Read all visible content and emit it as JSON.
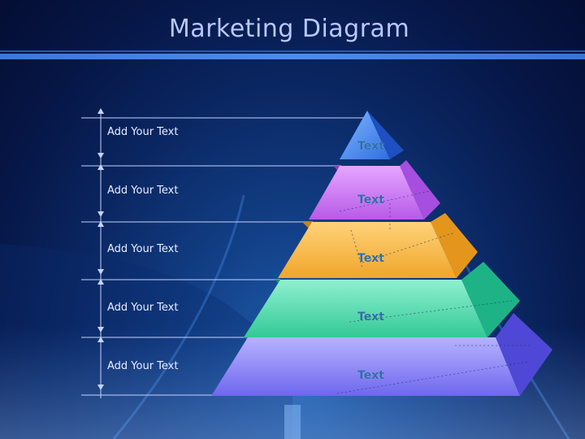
{
  "slide": {
    "title": "Marketing Diagram"
  },
  "rows": [
    {
      "label": "Add Your Text"
    },
    {
      "label": "Add Your Text"
    },
    {
      "label": "Add Your Text"
    },
    {
      "label": "Add Your Text"
    },
    {
      "label": "Add Your Text"
    }
  ],
  "pyramid": {
    "levels": [
      {
        "label": "Text",
        "color": "#4a8ef0"
      },
      {
        "label": "Text",
        "color": "#c56cf0"
      },
      {
        "label": "Text",
        "color": "#f6b43a"
      },
      {
        "label": "Text",
        "color": "#3fd9a8"
      },
      {
        "label": "Text",
        "color": "#7f78f4"
      }
    ]
  },
  "colors": {
    "background": "#0a2661",
    "title": "#b9c7ff",
    "accent_bar": "#4c8cf0"
  }
}
